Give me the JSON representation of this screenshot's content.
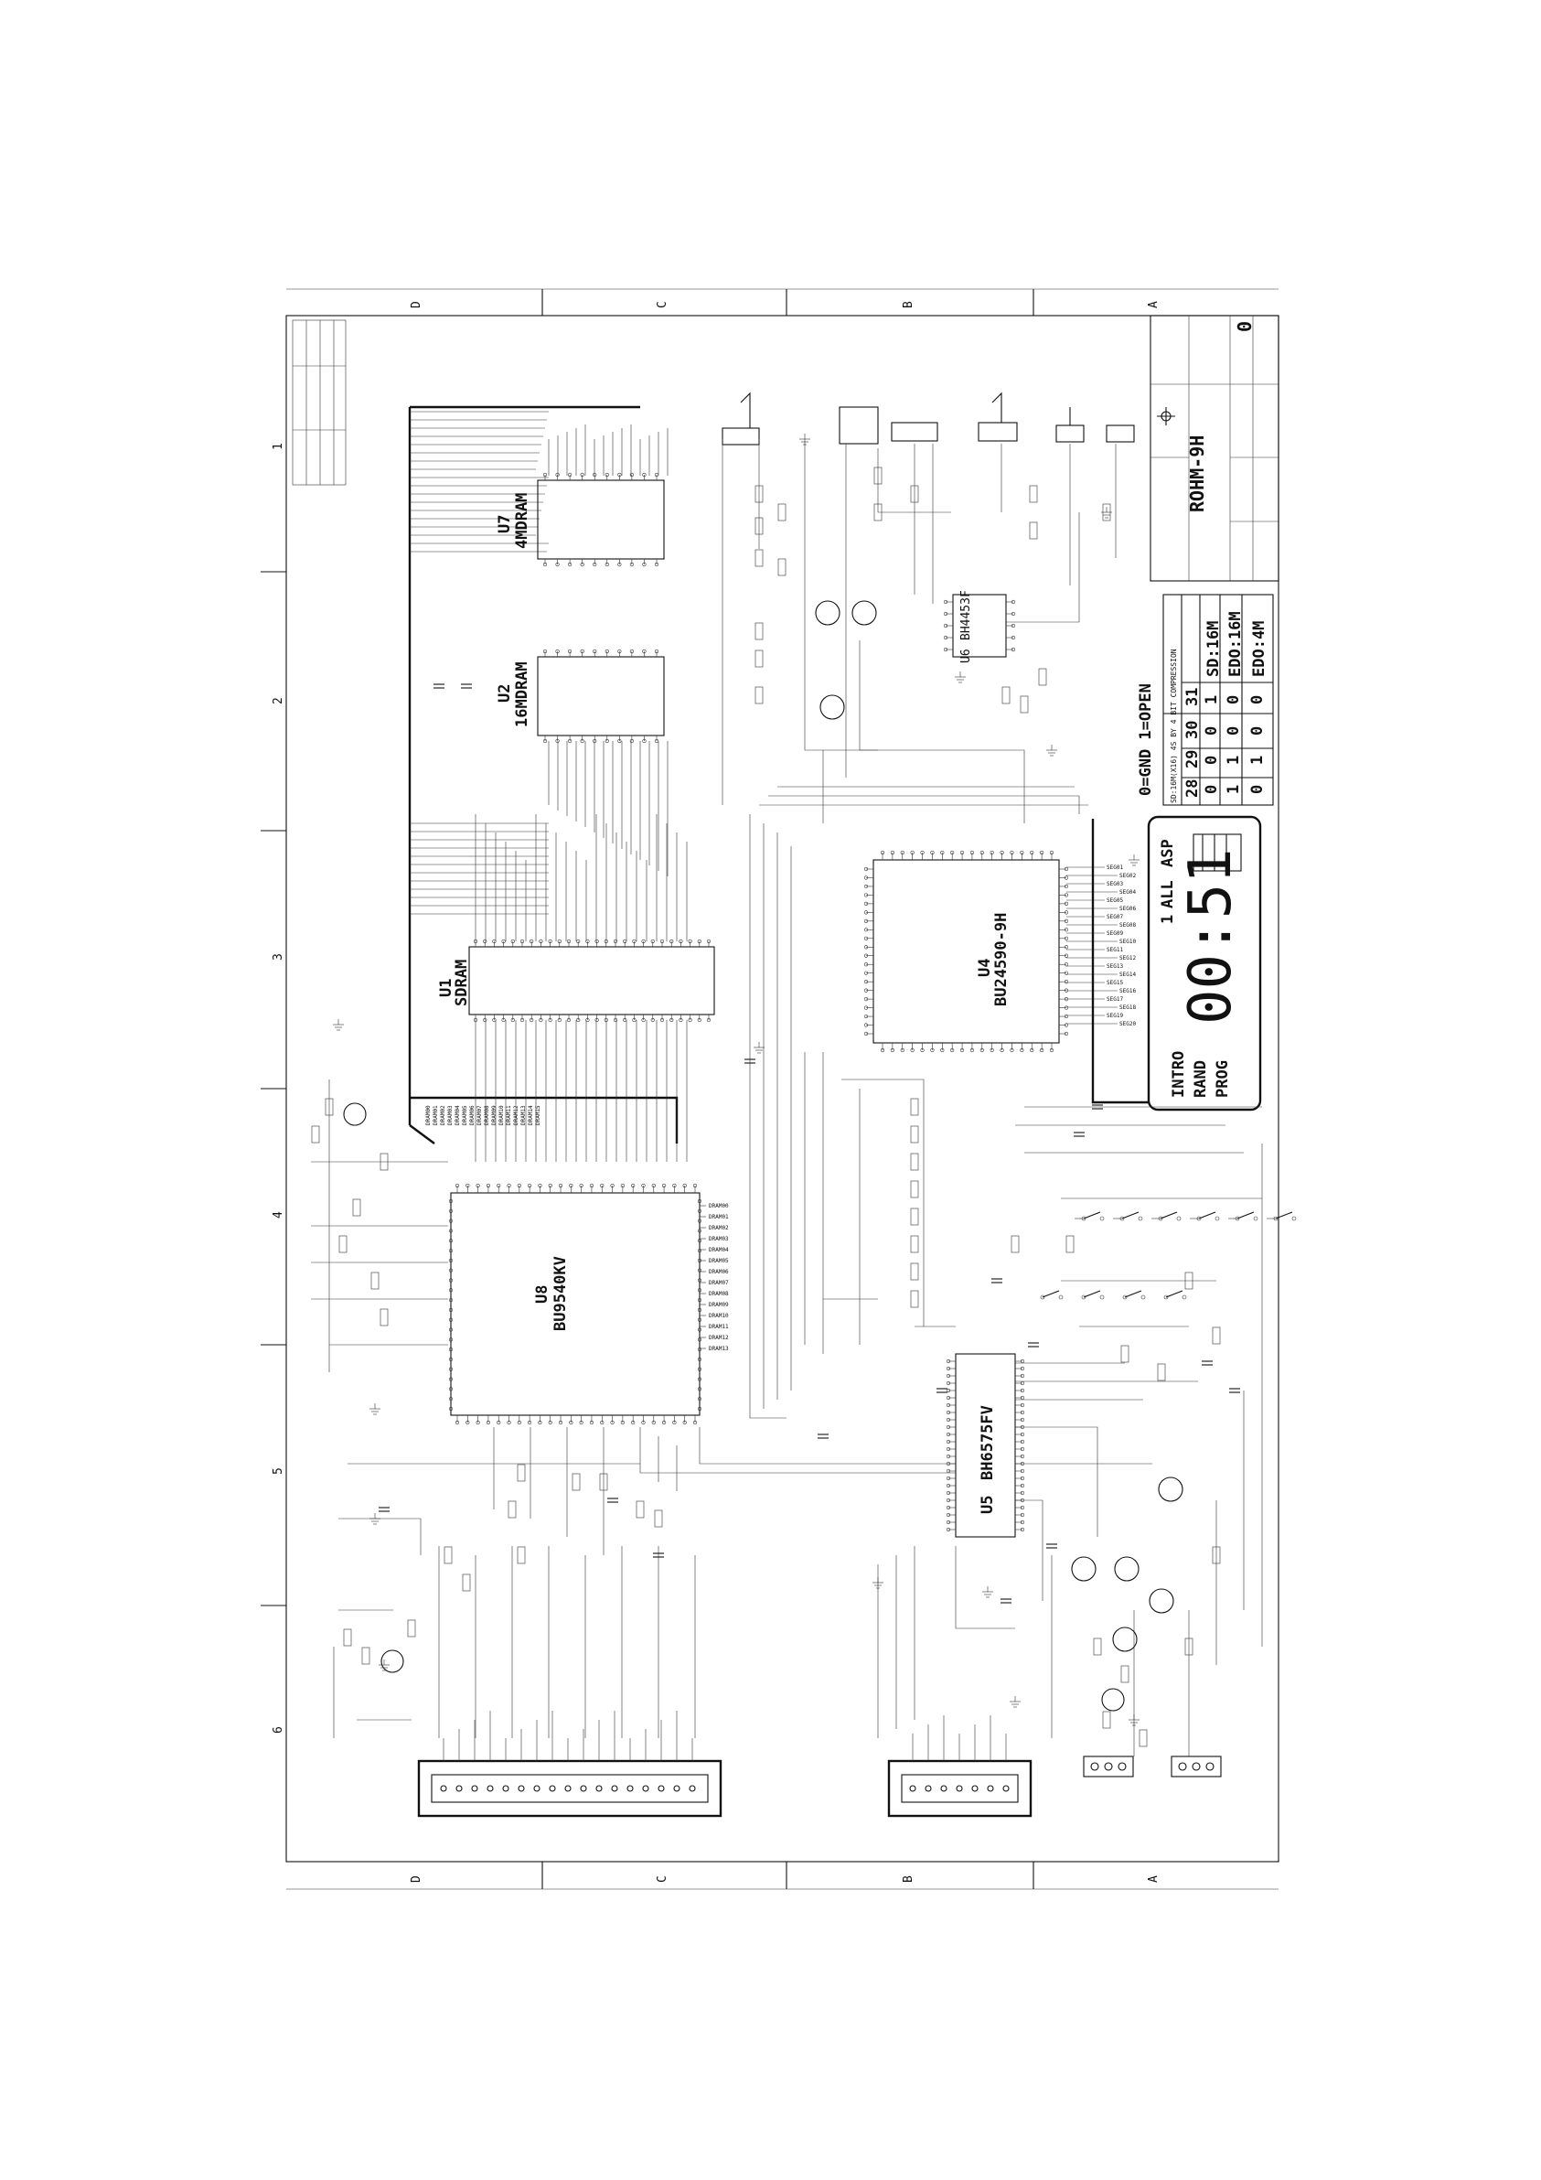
{
  "border": {
    "row_letters": [
      "D",
      "C",
      "B",
      "A"
    ],
    "col_numbers": [
      "1",
      "2",
      "3",
      "4",
      "5",
      "6"
    ]
  },
  "chips": {
    "u1": {
      "ref": "U1",
      "name": "SDRAM"
    },
    "u2": {
      "ref": "U2",
      "name": "16MDRAM"
    },
    "u7": {
      "ref": "U7",
      "name": "4MDRAM"
    },
    "u8": {
      "ref": "U8",
      "name": "BU9540KV"
    },
    "u4": {
      "ref": "U4",
      "name": "BU24590-9H"
    },
    "u5": {
      "ref": "U5",
      "name": "BH6575FV"
    },
    "u6": {
      "ref": "U6",
      "name": "BH4453F"
    }
  },
  "display": {
    "top_labels": [
      "ALL",
      "ASP"
    ],
    "one": "1",
    "digits": "00:51",
    "left_labels": [
      "INTRO",
      "RAND",
      "PROG"
    ]
  },
  "jumper_table": {
    "legend": "0=GND    1=OPEN",
    "note": "SD:16M(X16) 4S BY 4 BIT COMPRESSION",
    "header": [
      "28",
      "29",
      "30",
      "31"
    ],
    "rows": [
      {
        "bits": [
          "0",
          "0",
          "0",
          "1"
        ],
        "mem": "SD:16M"
      },
      {
        "bits": [
          "1",
          "1",
          "0",
          "0"
        ],
        "mem": "EDO:16M"
      },
      {
        "bits": [
          "0",
          "1",
          "0",
          "0"
        ],
        "mem": "EDO:4M"
      }
    ]
  },
  "title_block": {
    "title": "ROHM-9H",
    "rev": "0"
  },
  "signals": {
    "left": [
      "DRAM00",
      "DRAM01",
      "DRAM02",
      "DRAM03",
      "DRAM04",
      "DRAM05",
      "DRAM06",
      "DRAM07",
      "DRAM08",
      "DRAM09",
      "DRAM10",
      "DRAM11",
      "DRAM12",
      "DRAM13",
      "DRAM14",
      "DRAM15"
    ],
    "u8_right": [
      "DRAM00",
      "DRAM01",
      "DRAM02",
      "DRAM03",
      "DRAM04",
      "DRAM05",
      "DRAM06",
      "DRAM07",
      "DRAM08",
      "DRAM09",
      "DRAM10",
      "DRAM11",
      "DRAM12",
      "DRAM13"
    ],
    "u4_right": [
      "SEG01",
      "SEG02",
      "SEG03",
      "SEG04",
      "SEG05",
      "SEG06",
      "SEG07",
      "SEG08",
      "SEG09",
      "SEG10",
      "SEG11",
      "SEG12",
      "SEG13",
      "SEG14",
      "SEG15",
      "SEG16",
      "SEG17",
      "SEG18",
      "SEG19",
      "SEG20"
    ]
  }
}
